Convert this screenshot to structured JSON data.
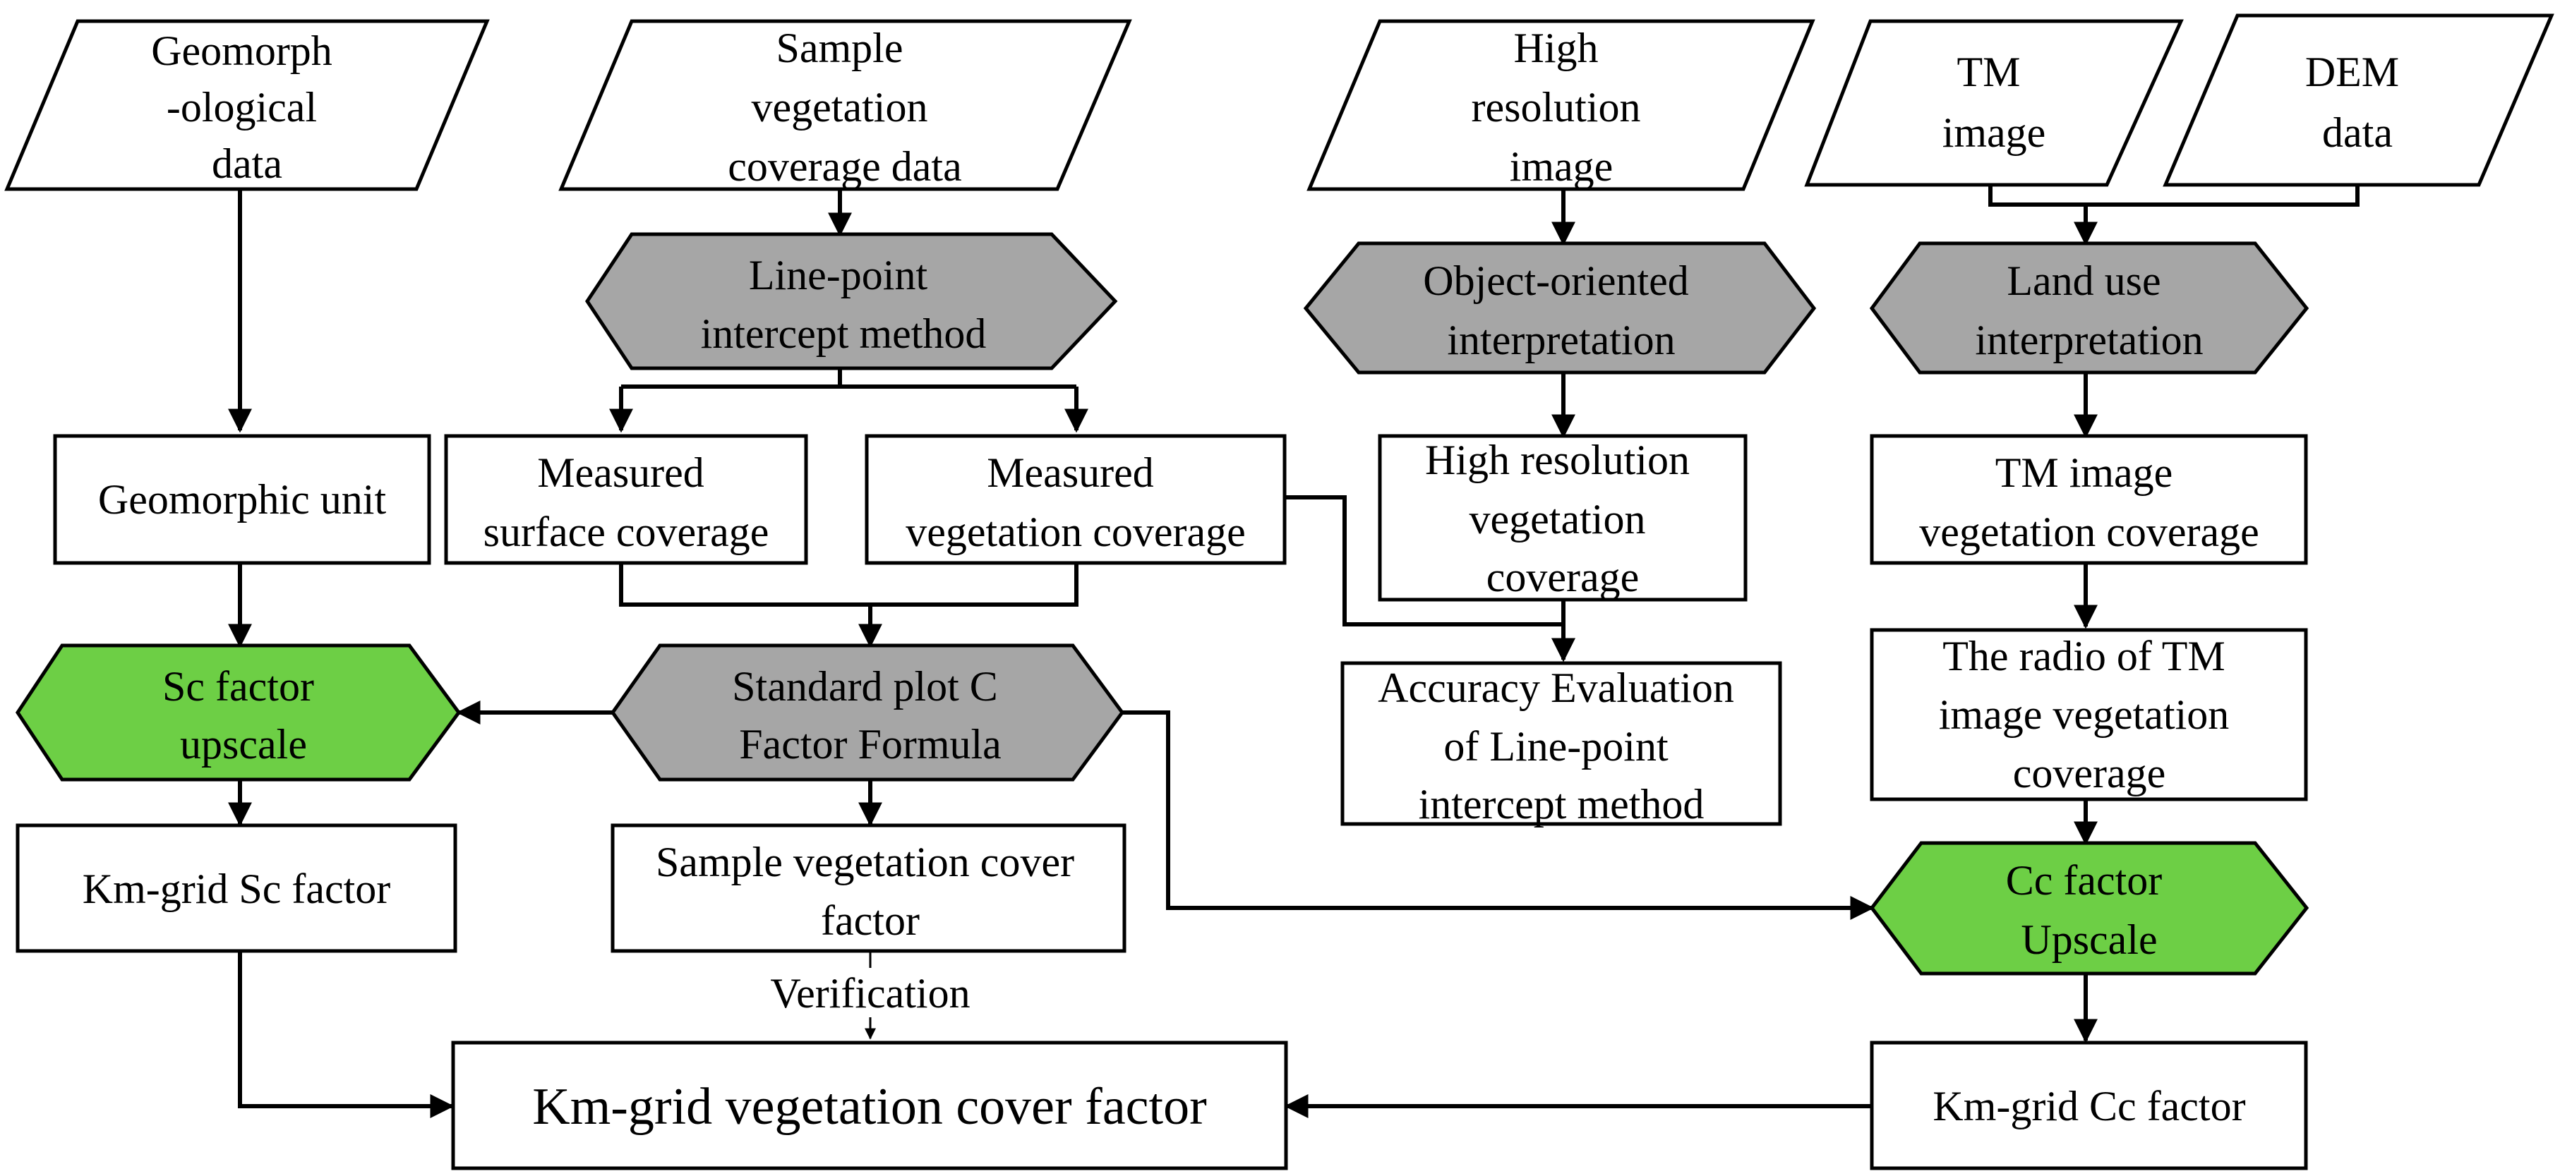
{
  "colors": {
    "process": "#a6a6a6",
    "upscale": "#6dcf45",
    "stroke": "#000000",
    "box": "#ffffff"
  },
  "inputs": {
    "geomorphological": [
      "Geomorph",
      "-ological",
      "data"
    ],
    "sample_vegetation": [
      "Sample",
      "vegetation",
      "coverage data"
    ],
    "high_resolution": [
      "High",
      "resolution",
      "image"
    ],
    "tm": [
      "TM",
      "image"
    ],
    "dem": [
      "DEM",
      "data"
    ]
  },
  "processes": {
    "line_point": [
      "Line-point",
      "intercept method"
    ],
    "object_oriented": [
      "Object-oriented",
      "interpretation"
    ],
    "land_use": [
      "Land use",
      "interpretation"
    ],
    "standard_plot": [
      "Standard plot C",
      "Factor Formula"
    ]
  },
  "upscale": {
    "sc": [
      "Sc factor",
      "upscale"
    ],
    "cc": [
      "Cc factor",
      "Upscale"
    ]
  },
  "boxes": {
    "geomorphic_unit": [
      "Geomorphic unit"
    ],
    "measured_surface": [
      "Measured",
      "surface coverage"
    ],
    "measured_vegetation": [
      "Measured",
      "vegetation coverage"
    ],
    "high_res_vegetation": [
      "High resolution",
      "vegetation",
      "coverage"
    ],
    "accuracy": [
      "Accuracy Evaluation",
      "of Line-point",
      "intercept method"
    ],
    "tm_vegetation": [
      "TM image",
      "vegetation coverage"
    ],
    "tm_ratio": [
      "The radio of TM",
      "image vegetation",
      "coverage"
    ],
    "km_sc": [
      "Km-grid Sc factor"
    ],
    "sample_cover_factor": [
      "Sample vegetation cover",
      "factor"
    ],
    "km_cc": [
      "Km-grid Cc factor"
    ],
    "km_vegetation": [
      "Km-grid vegetation cover factor"
    ]
  },
  "edge_labels": {
    "verification": "Verification"
  }
}
